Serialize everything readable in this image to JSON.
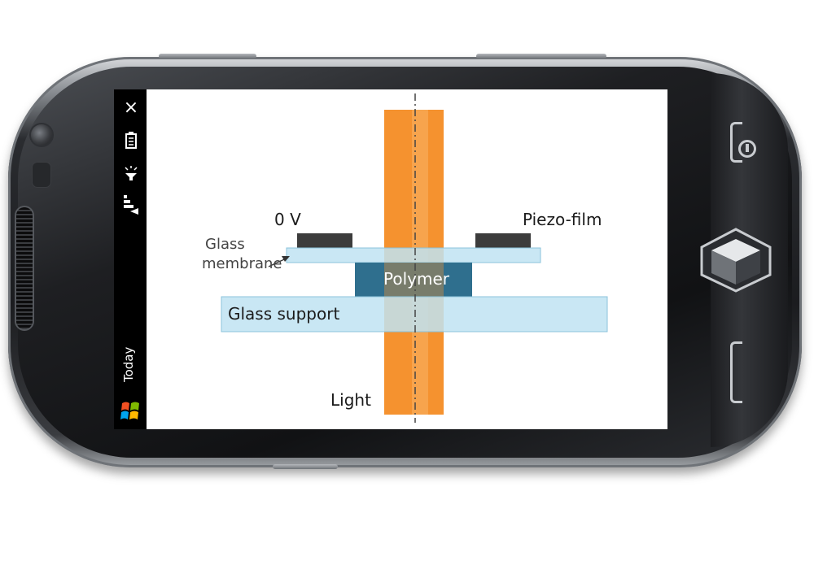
{
  "taskbar": {
    "close_glyph": "×",
    "today_label": "Today",
    "icons": [
      "close-icon",
      "battery-icon",
      "volume-icon",
      "signal-icon",
      "windows-start-icon"
    ]
  },
  "diagram": {
    "label_zero_v": "0 V",
    "label_piezo": "Piezo-film",
    "label_glass_membrane_line1": "Glass",
    "label_glass_membrane_line2": "membrane",
    "label_polymer": "Polymer",
    "label_glass_support": "Glass support",
    "label_light": "Light"
  },
  "colors": {
    "light_beam": "#f5922f",
    "glass": "#bfe3f2",
    "polymer": "#2f6f8e",
    "electrode": "#3c3c3c"
  }
}
